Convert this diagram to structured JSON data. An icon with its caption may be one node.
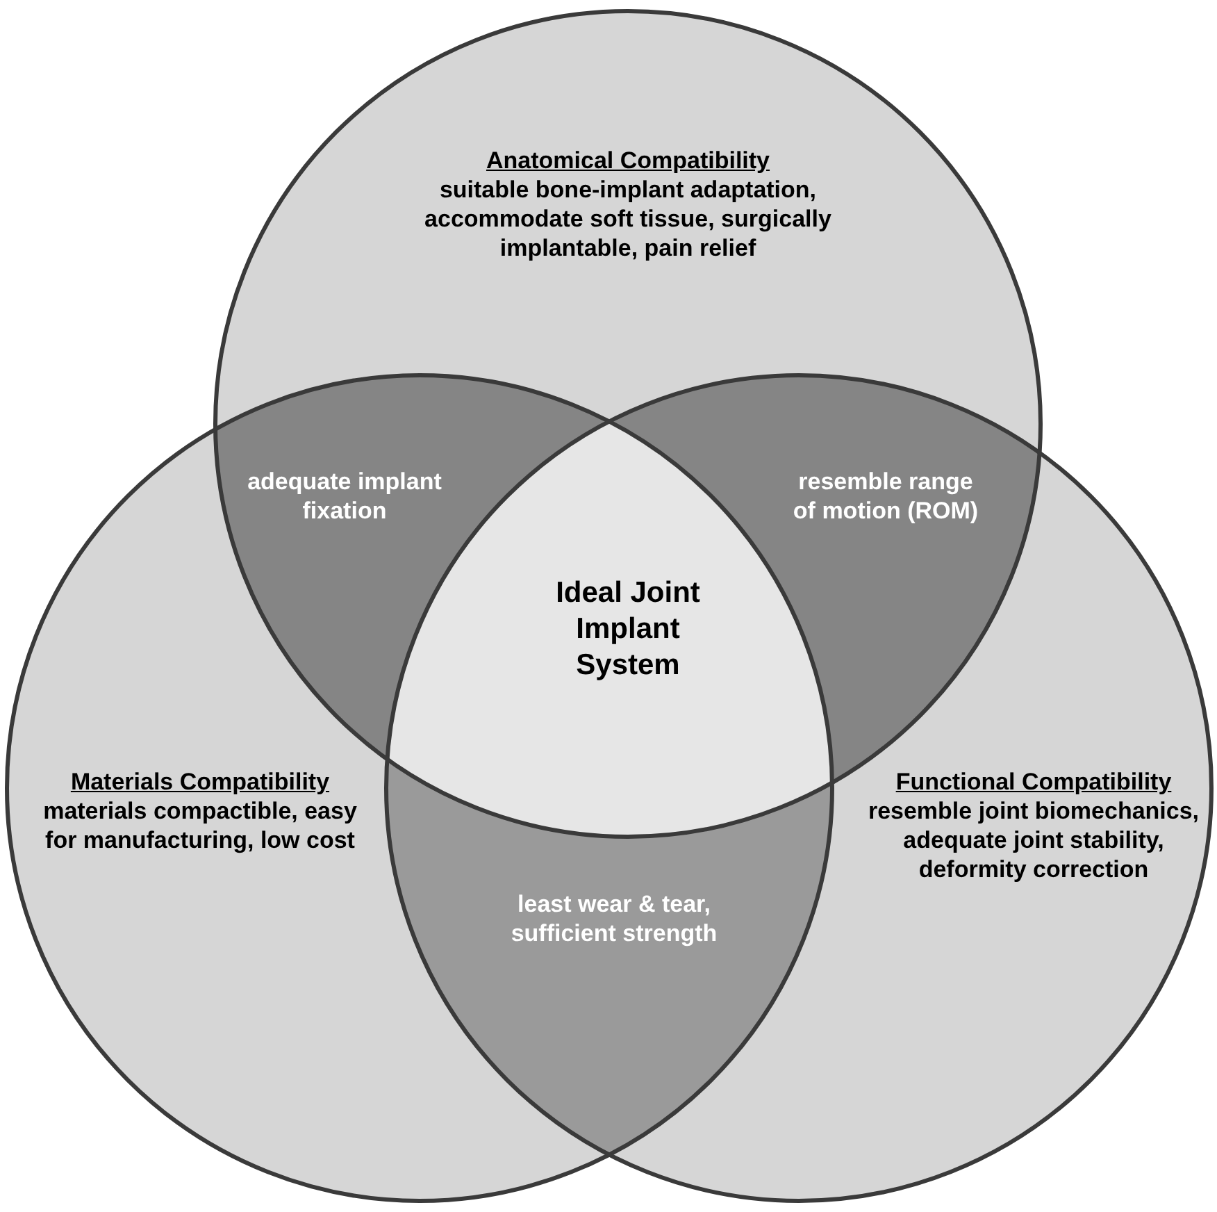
{
  "diagram": {
    "nodes": [
      {
        "text": [
          "Anatomical Compatibility",
          "suitable bone-implant adaptation, accommodate soft tissue, surgically implantable, pain relief"
        ]
      },
      {
        "text": [
          "adequate implant fixation"
        ]
      },
      {
        "text": [
          "resemble range of motion (ROM)"
        ]
      },
      {
        "text": [
          "Ideal Joint Implant System"
        ]
      },
      {
        "text": [
          "Materials Compatibility",
          "materials compactible, easy for manufacturing, low cost"
        ]
      },
      {
        "text": [
          "Functional Compatibility",
          "resemble joint biomechanics, adequate joint stability, deformity correction"
        ]
      },
      {
        "text": [
          "least wear & tear, sufficient strength"
        ]
      }
    ]
  }
}
